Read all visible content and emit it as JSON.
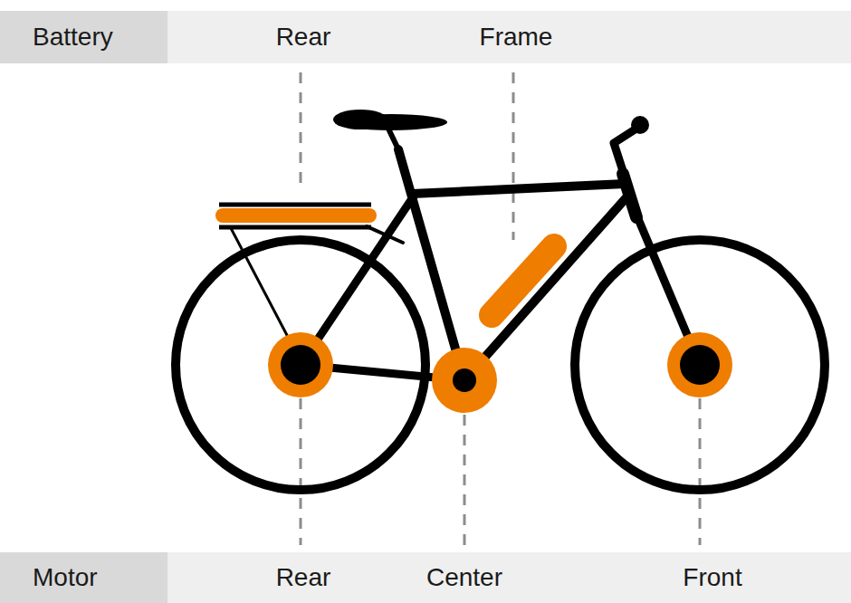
{
  "diagram": {
    "nodes": [
      {
        "text": [
          "Battery",
          "Rear",
          "Frame"
        ]
      },
      {
        "text": [
          "Motor",
          "Rear",
          "Center",
          "Front"
        ]
      }
    ]
  }
}
